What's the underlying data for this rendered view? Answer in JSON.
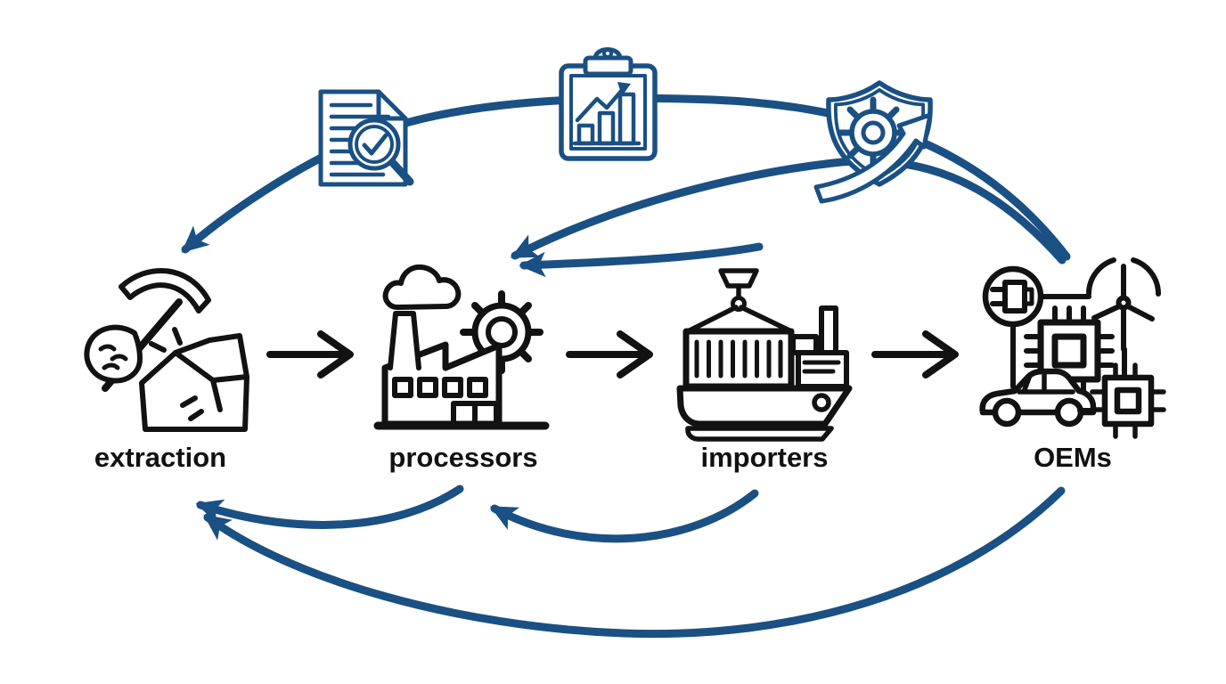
{
  "diagram": {
    "nodes": [
      {
        "id": "extraction",
        "label": "extraction",
        "icon": "pickaxe-rock-icon"
      },
      {
        "id": "processors",
        "label": "processors",
        "icon": "factory-gear-icon"
      },
      {
        "id": "importers",
        "label": "importers",
        "icon": "container-ship-icon"
      },
      {
        "id": "oems",
        "label": "OEMs",
        "icon": "oem-products-icon"
      }
    ],
    "top_icons": [
      {
        "id": "audit-document",
        "icon": "document-magnifier-check-icon"
      },
      {
        "id": "report-clipboard",
        "icon": "clipboard-bar-chart-icon"
      },
      {
        "id": "compliance-shield",
        "icon": "shield-gear-arrow-icon"
      }
    ],
    "forward_edges": [
      {
        "from": "extraction",
        "to": "processors"
      },
      {
        "from": "processors",
        "to": "importers"
      },
      {
        "from": "importers",
        "to": "OEMs"
      }
    ],
    "feedback_edges": [
      {
        "from": "OEMs",
        "to": "extraction",
        "route": "top"
      },
      {
        "from": "OEMs",
        "to": "processors",
        "route": "top"
      },
      {
        "from": "importers",
        "to": "processors",
        "route": "top"
      },
      {
        "from": "processors",
        "to": "extraction",
        "route": "bottom"
      },
      {
        "from": "importers",
        "to": "processors",
        "route": "bottom"
      },
      {
        "from": "OEMs",
        "to": "extraction",
        "route": "bottom"
      }
    ],
    "colors": {
      "flow_arrow": "#121212",
      "feedback_arrow": "#1a5083",
      "icon_black": "#121212",
      "icon_blue": "#1a5083",
      "background": "#ffffff"
    }
  }
}
